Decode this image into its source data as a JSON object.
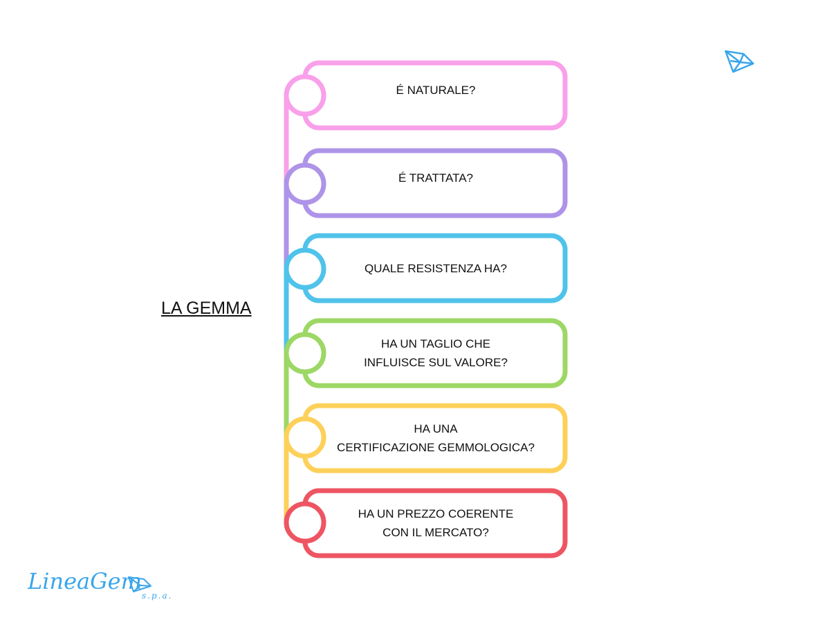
{
  "title": "LA GEMMA",
  "steps": [
    {
      "label_lines": [
        "É NATURALE?"
      ],
      "color": "#F9A0EA"
    },
    {
      "label_lines": [
        "É TRATTATA?"
      ],
      "color": "#AE94E8"
    },
    {
      "label_lines": [
        "QUALE RESISTENZA HA?"
      ],
      "color": "#4FC3EA"
    },
    {
      "label_lines": [
        "HA UN TAGLIO CHE",
        "INFLUISCE SUL VALORE?"
      ],
      "color": "#9DD765"
    },
    {
      "label_lines": [
        "HA UNA",
        "CERTIFICAZIONE GEMMOLOGICA?"
      ],
      "color": "#FDD05A"
    },
    {
      "label_lines": [
        "HA UN PREZZO COERENTE",
        "CON IL MERCATO?"
      ],
      "color": "#EE5563"
    }
  ],
  "logo": {
    "name": "LineaGem",
    "suffix": "s.p.a.",
    "color": "#3AA5EA"
  }
}
